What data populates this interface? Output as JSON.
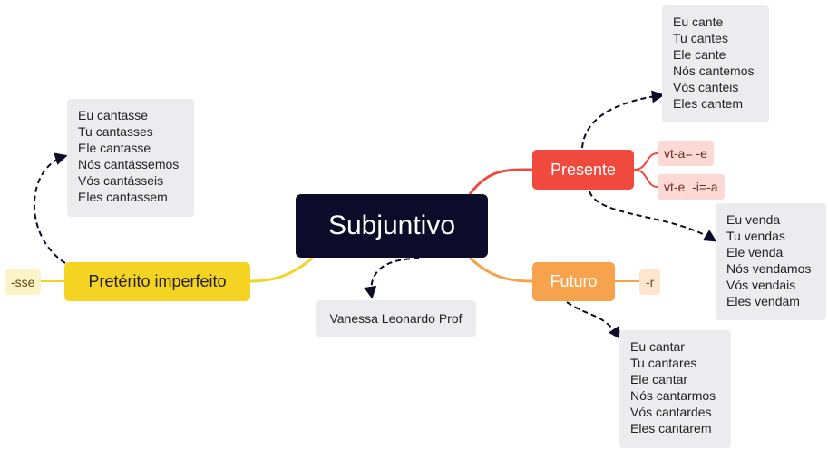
{
  "central": {
    "title": "Subjuntivo"
  },
  "branches": {
    "presente": {
      "label": "Presente",
      "tags": [
        "vt-a= -e",
        "vt-e, -i=-a"
      ],
      "group1": [
        "Eu cante",
        "Tu cantes",
        "Ele cante",
        "Nós cantemos",
        "Vós canteis",
        "Eles cantem"
      ],
      "group2": [
        "Eu venda",
        "Tu vendas",
        "Ele venda",
        "Nós vendamos",
        "Vós vendais",
        "Eles vendam"
      ]
    },
    "futuro": {
      "label": "Futuro",
      "tag": "-r",
      "group": [
        "Eu cantar",
        "Tu cantares",
        "Ele cantar",
        "Nós cantarmos",
        "Vós cantardes",
        "Eles cantarem"
      ]
    },
    "preterito": {
      "label": "Pretérito imperfeito",
      "tag": "-sse",
      "group": [
        "Eu cantasse",
        "Tu cantasses",
        "Ele cantasse",
        "Nós cantássemos",
        "Vós cantásseis",
        "Eles cantassem"
      ]
    }
  },
  "author": "Vanessa Leonardo Prof",
  "colors": {
    "central": "#0c0c2a",
    "presente": "#f04a3f",
    "futuro": "#f7a24c",
    "preterito": "#f5d322",
    "card": "#ececef"
  }
}
